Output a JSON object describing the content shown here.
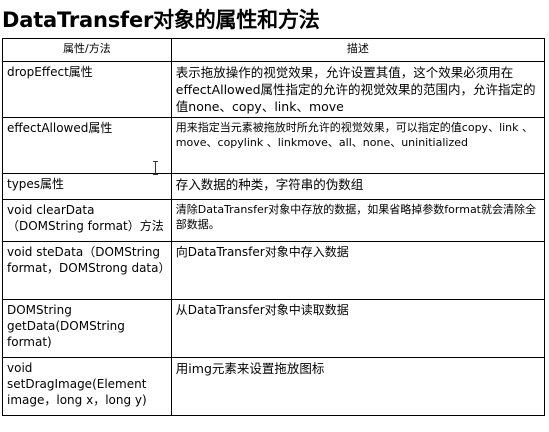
{
  "title": "DataTransfer对象的属性和方法",
  "table": {
    "headers": [
      "属性/方法",
      "描述"
    ],
    "rows": [
      {
        "name": "dropEffect属性",
        "desc": "表示拖放操作的视觉效果，允许设置其值，这个效果必须用在effectAllowed属性指定的允许的视觉效果的范围内，允许指定的值none、copy、link、move"
      },
      {
        "name": "effectAllowed属性",
        "desc": "用来指定当元素被拖放时所允许的视觉效果，可以指定的值copy、link 、move、copylink 、linkmove、all、none、uninitialized"
      },
      {
        "name": "types属性",
        "desc": "存入数据的种类，字符串的伪数组"
      },
      {
        "name": "void clearData（DOMString format）方法",
        "desc": "清除DataTransfer对象中存放的数据，如果省略掉参数format就会清除全部数据。"
      },
      {
        "name": "void steData（DOMString format，DOMStrong data）",
        "desc": "向DataTransfer对象中存入数据"
      },
      {
        "name": "DOMString getData(DOMString format)",
        "desc": "从DataTransfer对象中读取数据"
      },
      {
        "name": "void setDragImage(Element image，long x，long y)",
        "desc": "用img元素来设置拖放图标"
      }
    ]
  }
}
